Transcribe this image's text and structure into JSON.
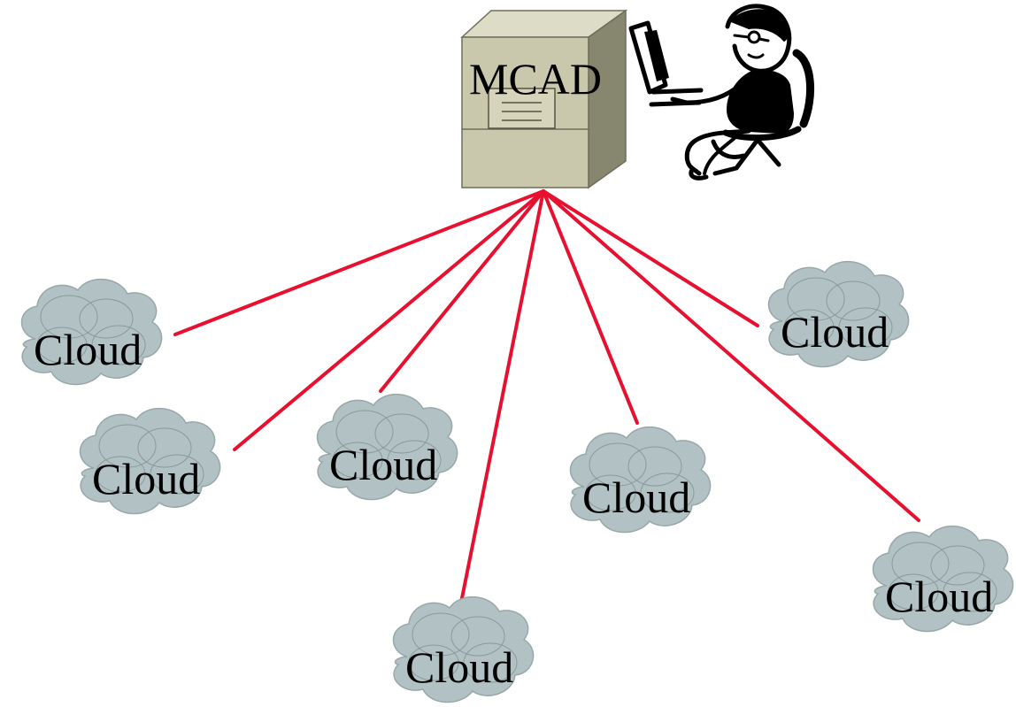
{
  "diagram": {
    "server": {
      "label": "MCAD",
      "icon": "server-cabinet-icon"
    },
    "operator": {
      "icon": "person-at-computer-icon"
    },
    "clouds": [
      {
        "label": "Cloud",
        "icon": "cloud-icon"
      },
      {
        "label": "Cloud",
        "icon": "cloud-icon"
      },
      {
        "label": "Cloud",
        "icon": "cloud-icon"
      },
      {
        "label": "Cloud",
        "icon": "cloud-icon"
      },
      {
        "label": "Cloud",
        "icon": "cloud-icon"
      },
      {
        "label": "Cloud",
        "icon": "cloud-icon"
      },
      {
        "label": "Cloud",
        "icon": "cloud-icon"
      }
    ],
    "colors": {
      "connector": "#e8102f",
      "cloud_fill": "#b2c2c4",
      "cloud_stroke": "#98a8aa",
      "server_front": "#c9c8ac",
      "server_top": "#dddcc6",
      "server_side": "#87866e"
    }
  }
}
